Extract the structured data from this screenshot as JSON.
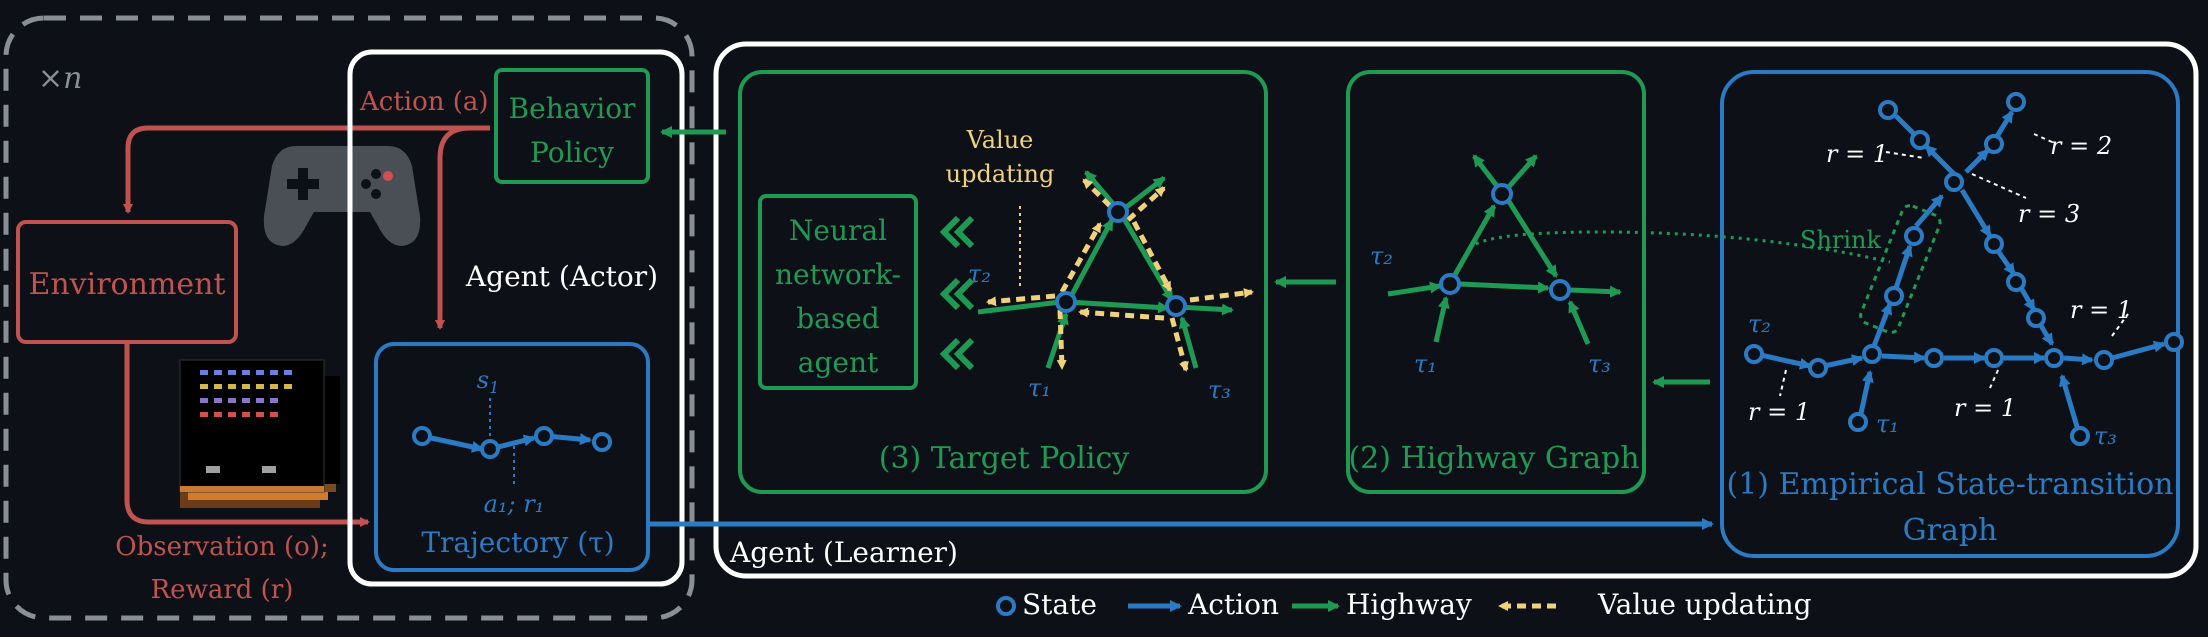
{
  "colors": {
    "background": "#0d1117",
    "environment": "#c0534f",
    "green": "#1f9a55",
    "blue": "#2a7bc4",
    "white": "#ffffff",
    "value": "#f0d27a",
    "gray": "#8a8f96",
    "controller": "#4a4e55"
  },
  "loop": {
    "repeat": "×n"
  },
  "environment": {
    "label": "Environment",
    "action_label": "Action (a)",
    "obs_line1": "Observation (o);",
    "obs_line2": "Reward (r)"
  },
  "actor": {
    "label": "Agent (Actor)",
    "behavior_line1": "Behavior",
    "behavior_line2": "Policy",
    "trajectory_label": "Trajectory (τ)",
    "s1": "s",
    "s1_sub": "1",
    "a1r1": "a₁; r₁"
  },
  "learner": {
    "label": "Agent (Learner)",
    "target": {
      "title": "(3) Target Policy",
      "value_line1": "Value",
      "value_line2": "updating",
      "agent_lines": [
        "Neural",
        "network-",
        "based",
        "agent"
      ],
      "tau1": "τ₁",
      "tau2": "τ₂",
      "tau3": "τ₃"
    },
    "highway": {
      "title": "(2) Highway Graph",
      "tau1": "τ₁",
      "tau2": "τ₂",
      "tau3": "τ₃"
    },
    "empirical": {
      "title_line1": "(1) Empirical State-transition",
      "title_line2": "Graph",
      "shrink": "Shrink",
      "r_labels": [
        "r = 1",
        "r = 2",
        "r = 3",
        "r = 1",
        "r = 1",
        "r = 1"
      ],
      "tau1": "τ₁",
      "tau2": "τ₂",
      "tau3": "τ₃"
    }
  },
  "legend": {
    "state": "State",
    "action": "Action",
    "highway": "Highway",
    "value_updating": "Value updating"
  }
}
